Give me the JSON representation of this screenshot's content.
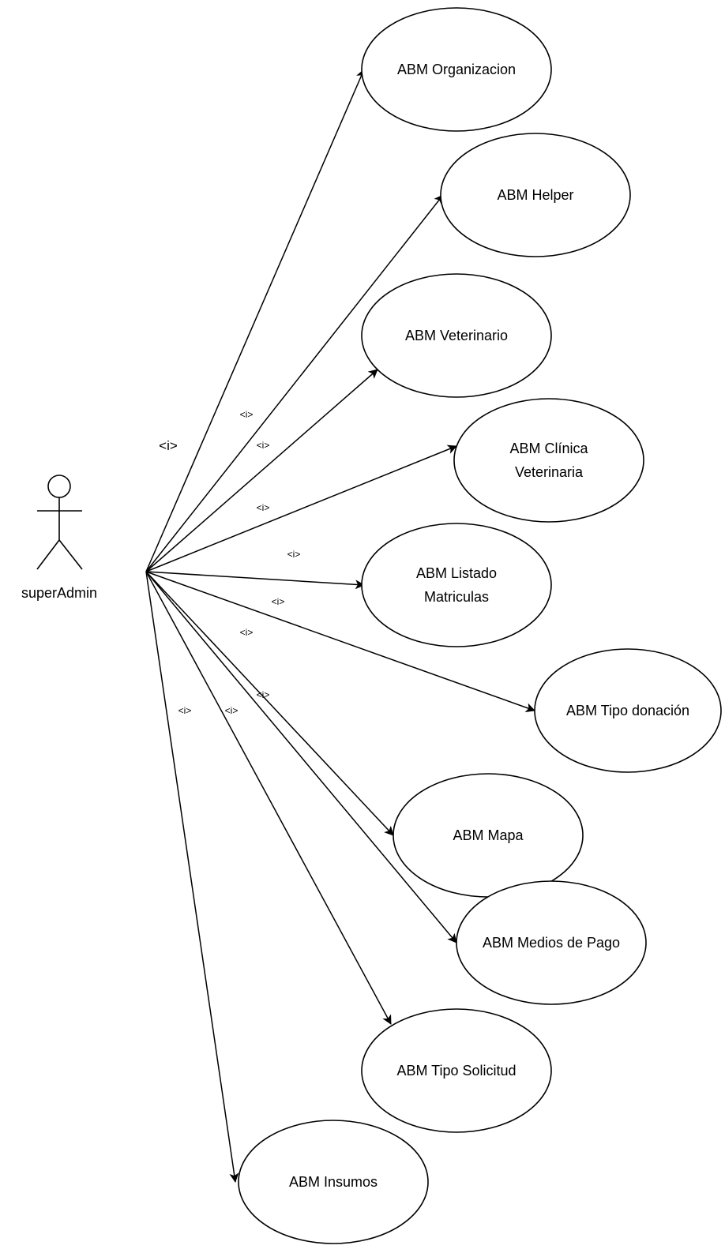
{
  "actor": {
    "name": "superAdmin"
  },
  "association_tag": "<i>",
  "use_cases": [
    {
      "id": "organizacion",
      "lines": [
        "ABM Organizacion"
      ]
    },
    {
      "id": "helper",
      "lines": [
        "ABM Helper"
      ]
    },
    {
      "id": "veterinario",
      "lines": [
        "ABM Veterinario"
      ]
    },
    {
      "id": "clinica",
      "lines": [
        "ABM Clínica",
        "Veterinaria"
      ]
    },
    {
      "id": "matriculas",
      "lines": [
        "ABM Listado",
        "Matriculas"
      ]
    },
    {
      "id": "tipo-donacion",
      "lines": [
        "ABM Tipo donación"
      ]
    },
    {
      "id": "mapa",
      "lines": [
        "ABM Mapa"
      ]
    },
    {
      "id": "medios-pago",
      "lines": [
        "ABM Medios de Pago"
      ]
    },
    {
      "id": "tipo-solicitud",
      "lines": [
        "ABM Tipo Solicitud"
      ]
    },
    {
      "id": "insumos",
      "lines": [
        "ABM Insumos"
      ]
    }
  ]
}
